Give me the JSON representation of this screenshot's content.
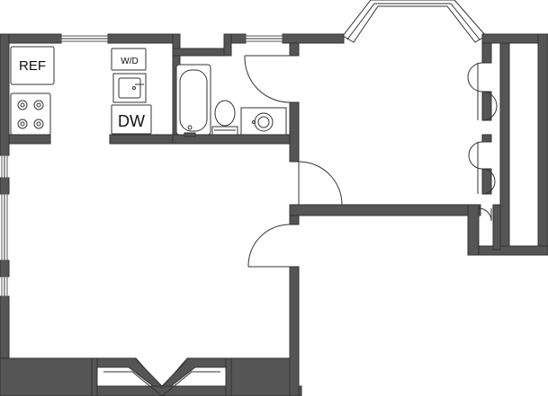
{
  "labels": {
    "refrigerator": "REF",
    "washer_dryer": "W/D",
    "dishwasher": "DW"
  }
}
